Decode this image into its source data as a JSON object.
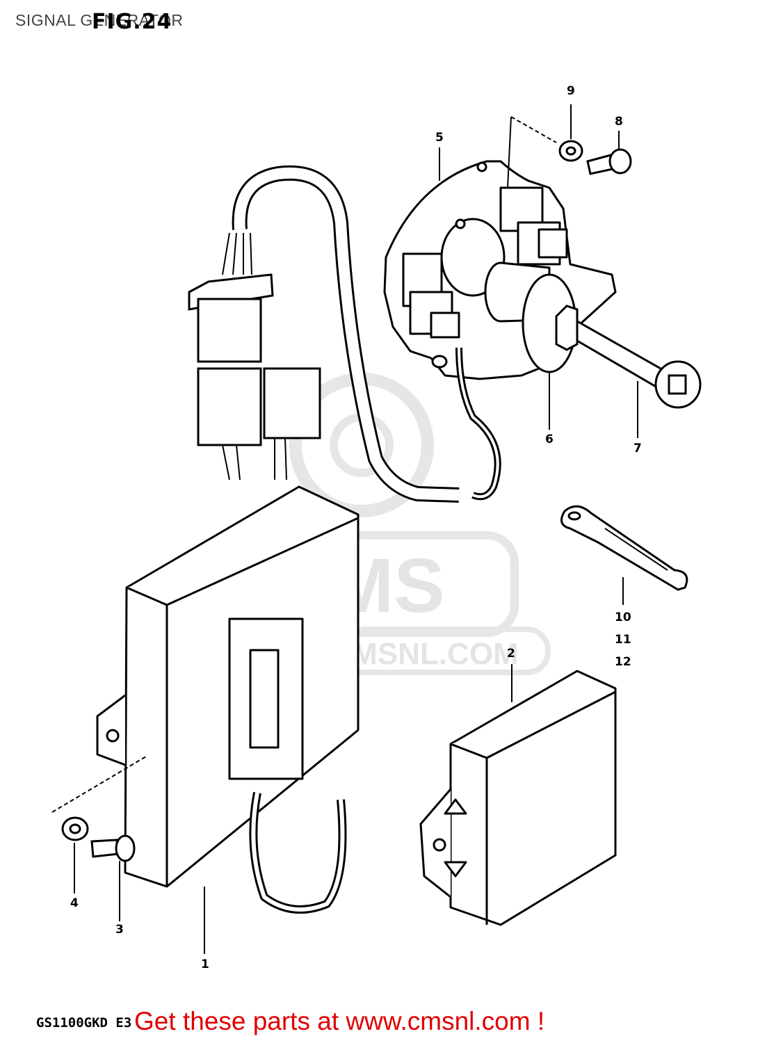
{
  "header": {
    "title": "SIGNAL GENERATOR",
    "figure": "FIG.24"
  },
  "watermark": {
    "logo_text": "CMS",
    "url": "WWW.CMSNL.COM"
  },
  "footer": {
    "model_code": "GS1100GKD E3",
    "call_to_action": "Get these parts at www.cmsnl.com !",
    "cta_color": "#e00000"
  },
  "callouts": [
    {
      "label": "1"
    },
    {
      "label": "2"
    },
    {
      "label": "3"
    },
    {
      "label": "4"
    },
    {
      "label": "5"
    },
    {
      "label": "6"
    },
    {
      "label": "7"
    },
    {
      "label": "8"
    },
    {
      "label": "9"
    },
    {
      "label": "10"
    },
    {
      "label": "11"
    },
    {
      "label": "12"
    }
  ]
}
